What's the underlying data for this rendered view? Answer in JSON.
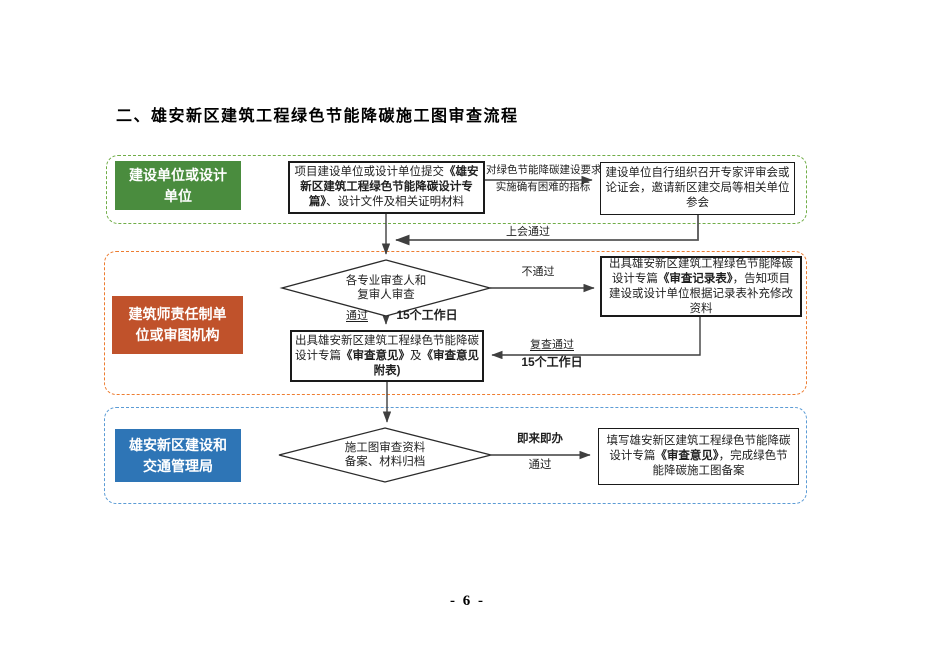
{
  "page": {
    "title": "二、雄安新区建筑工程绿色节能降碳施工图审查流程",
    "page_number": "- 6 -"
  },
  "lanes": [
    {
      "label": "建设单位或设计单位",
      "fill": "#4a8c3e",
      "border": "#70ad47"
    },
    {
      "label": "建筑师责任制单位或审图机构",
      "fill": "#c0522b",
      "border": "#ed7d31"
    },
    {
      "label": "雄安新区建设和交通管理局",
      "fill": "#2e75b6",
      "border": "#5b9bd5"
    }
  ],
  "boxes": {
    "submit": {
      "segments": [
        {
          "t": "项目建设单位或设计单位提交",
          "b": false
        },
        {
          "t": "《雄安\n新区建筑工程绿色节能降碳设计专\n篇》",
          "b": true
        },
        {
          "t": "、设计文件及相关证明材料",
          "b": false
        }
      ]
    },
    "expert_meeting": {
      "segments": [
        {
          "t": "建设单位自行组织召开专家评审会或\n论证会，邀请新区建交局等相关单位\n参会",
          "b": false
        }
      ]
    },
    "review_record": {
      "segments": [
        {
          "t": "出具雄安新区建筑工程绿色节能降碳\n设计专篇",
          "b": false
        },
        {
          "t": "《审查记录表》",
          "b": true
        },
        {
          "t": "，告知项目\n建设或设计单位根据记录表补充修改\n资料",
          "b": false
        }
      ]
    },
    "review_opinion": {
      "segments": [
        {
          "t": "出具雄安新区建筑工程绿色节能降碳\n设计专篇",
          "b": false
        },
        {
          "t": "《审查意见》",
          "b": true
        },
        {
          "t": "及",
          "b": false
        },
        {
          "t": "《审查意见\n附表)",
          "b": true
        }
      ]
    },
    "filing": {
      "segments": [
        {
          "t": "填写雄安新区建筑工程绿色节能降碳\n设计专篇",
          "b": false
        },
        {
          "t": "《审查意见》",
          "b": true
        },
        {
          "t": "，完成绿色节\n能降碳施工图备案",
          "b": false
        }
      ]
    }
  },
  "diamonds": {
    "review": "各专业审查人和\n复审人审查",
    "archive": "施工图审查资料\n备案、材料归档"
  },
  "labels": {
    "difficult_line1": "对绿色节能降碳建设要求",
    "difficult_line2": "实施确有困难的指标",
    "meeting_pass": "上会通过",
    "not_pass": "不通过",
    "pass": "通过",
    "days_15": "15个工作日",
    "recheck_pass": "复查通过",
    "recheck_days_15": "15个工作日",
    "immediate": "即来即办",
    "archive_pass": "通过"
  }
}
